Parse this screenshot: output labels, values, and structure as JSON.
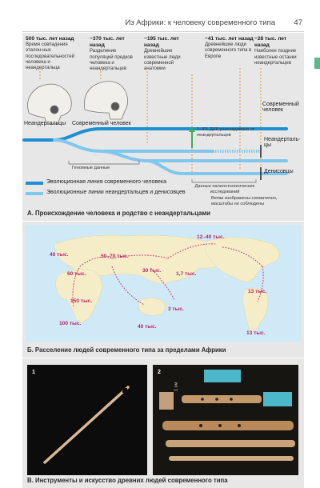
{
  "header": {
    "title": "Из Африки: к человеку современного типа",
    "page": "47"
  },
  "panel_a": {
    "columns": [
      {
        "time": "500 тыс. лет назад",
        "text": "Время совпадения эталон-ных последовательностей человека и неандертальца"
      },
      {
        "time": "~370 тыс. лет назад",
        "text": "Разделение популяций предков человека и неандертальцев"
      },
      {
        "time": "~195 тыс. лет назад",
        "text": "Древнейшие известные люди современной анатомии"
      },
      {
        "time": "~41 тыс. лет назад",
        "text": "Древнейшие люди современного типа в Европе"
      },
      {
        "time": "~28 тыс. лет назад",
        "text": "Наиболее поздние известные останки неандертальцев"
      }
    ],
    "labels": {
      "neanderthals": "Неандертальцы",
      "modern_human": "Современный человек",
      "modern_human_end": "Современный человек",
      "neanderthals_end": "Неандерталь-цы",
      "denisovans": "Денисовцы",
      "dna_note": "1–4% ДНК унаследовано от неандертальцев",
      "genome_data": "Геномные данные",
      "paleo_data": "Данные палеонтологических исследований",
      "schematic_note": "Ветви изображены схематично, масштабы не соблюдены"
    },
    "legend": [
      {
        "color": "#1e8fd1",
        "text": "Эволюционная линия современного человека"
      },
      {
        "color": "#7fc7ee",
        "text": "Эволюционные линии неандертальцев и денисовцев"
      }
    ],
    "caption": "А. Происхождение человека и родство с неандертальцами"
  },
  "panel_b": {
    "labels": [
      "12–40 тыс.",
      "40 тыс.",
      "50–70 тыс.",
      "60 тыс.",
      "30 тыс.",
      "1,7 тыс.",
      "13 тыс.",
      "150 тыс.",
      "100 тыс.",
      "40 тыс.",
      "3 тыс.",
      "13 тыс."
    ],
    "caption": "Б. Расселение людей современного типа за пределами Африки"
  },
  "panel_c": {
    "photo_labels": [
      "1",
      "2"
    ],
    "scale_label": "1 см",
    "caption": "В. Инструменты и искусство древних людей современного типа"
  }
}
